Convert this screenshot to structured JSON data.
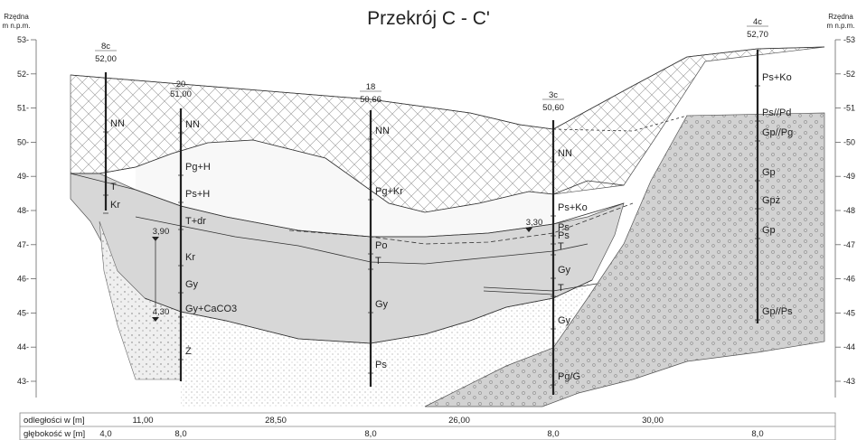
{
  "title": "Przekrój C - C'",
  "axis_label_left": [
    "Rzędna",
    "m n.p.m."
  ],
  "axis_label_right": [
    "Rzędna",
    "m n.p.m."
  ],
  "elevation_ticks": [
    53,
    52,
    51,
    50,
    49,
    48,
    47,
    46,
    45,
    44,
    43
  ],
  "boreholes": [
    {
      "id": "8c",
      "elev": "52,00",
      "depth": "4,0",
      "layers": [
        "NN",
        "T",
        "Kr"
      ]
    },
    {
      "id": "20",
      "elev": "51,00",
      "depth": "8,0",
      "layers": [
        "NN",
        "Pg+H",
        "Ps+H",
        "T+dr",
        "Kr",
        "Gy",
        "Gy+CaCO3",
        "Ż"
      ],
      "water": [
        "3,90",
        "4,30"
      ]
    },
    {
      "id": "18",
      "elev": "50,66",
      "depth": "8,0",
      "layers": [
        "NN",
        "Pg+Kr",
        "Po",
        "T",
        "Gy",
        "Ps"
      ]
    },
    {
      "id": "3c",
      "elev": "50,60",
      "depth": "8,0",
      "layers": [
        "NN",
        "Ps+Ko",
        "Ps",
        "Ps",
        "T",
        "Gy",
        "T",
        "Gy",
        "Pg/G"
      ],
      "water": [
        "3,30"
      ]
    },
    {
      "id": "4c",
      "elev": "52,70",
      "depth": "8,0",
      "layers": [
        "Ps+Ko",
        "Ps//Pd",
        "Gp//Pg",
        "Gp",
        "Gpż",
        "Gp",
        "Gp//Ps"
      ]
    }
  ],
  "bottom_table": {
    "distance_label": "odległości w [m]",
    "depth_label": "głębokość w [m]",
    "distances": [
      "11,00",
      "28,50",
      "26,00",
      "30,00"
    ]
  },
  "colors": {
    "fill_gray": "#d2d2d2",
    "fill_light": "#ebebeb",
    "line": "#333333",
    "hatch": "#9a9a9a"
  }
}
